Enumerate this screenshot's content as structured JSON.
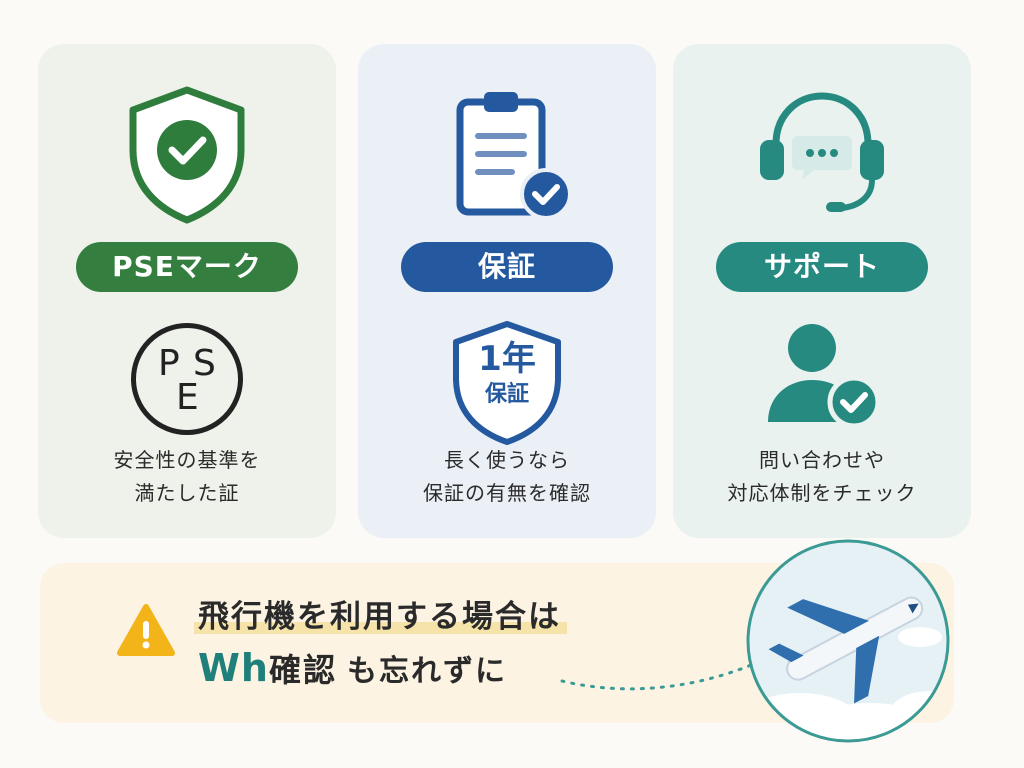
{
  "cards": {
    "pse": {
      "pill_label": "PSEマーク",
      "mark_letters": {
        "p": "P",
        "s": "S",
        "e": "E"
      },
      "desc_line1": "安全性の基準を",
      "desc_line2": "満たした証",
      "accent": "#347f40"
    },
    "warranty": {
      "pill_label": "保証",
      "badge_line1": "1年",
      "badge_line2": "保証",
      "desc_line1": "長く使うなら",
      "desc_line2": "保証の有無を確認",
      "accent": "#24599f"
    },
    "support": {
      "pill_label": "サポート",
      "desc_line1": "問い合わせや",
      "desc_line2": "対応体制をチェック",
      "accent": "#268a80"
    }
  },
  "banner": {
    "headline": "飛行機を利用する場合は",
    "sub_wh": "Wh",
    "sub_kakunin": "確認",
    "sub_rest": "も忘れずに",
    "warning_color": "#f2b418",
    "icons": [
      "warning-icon",
      "airplane-icon"
    ]
  }
}
